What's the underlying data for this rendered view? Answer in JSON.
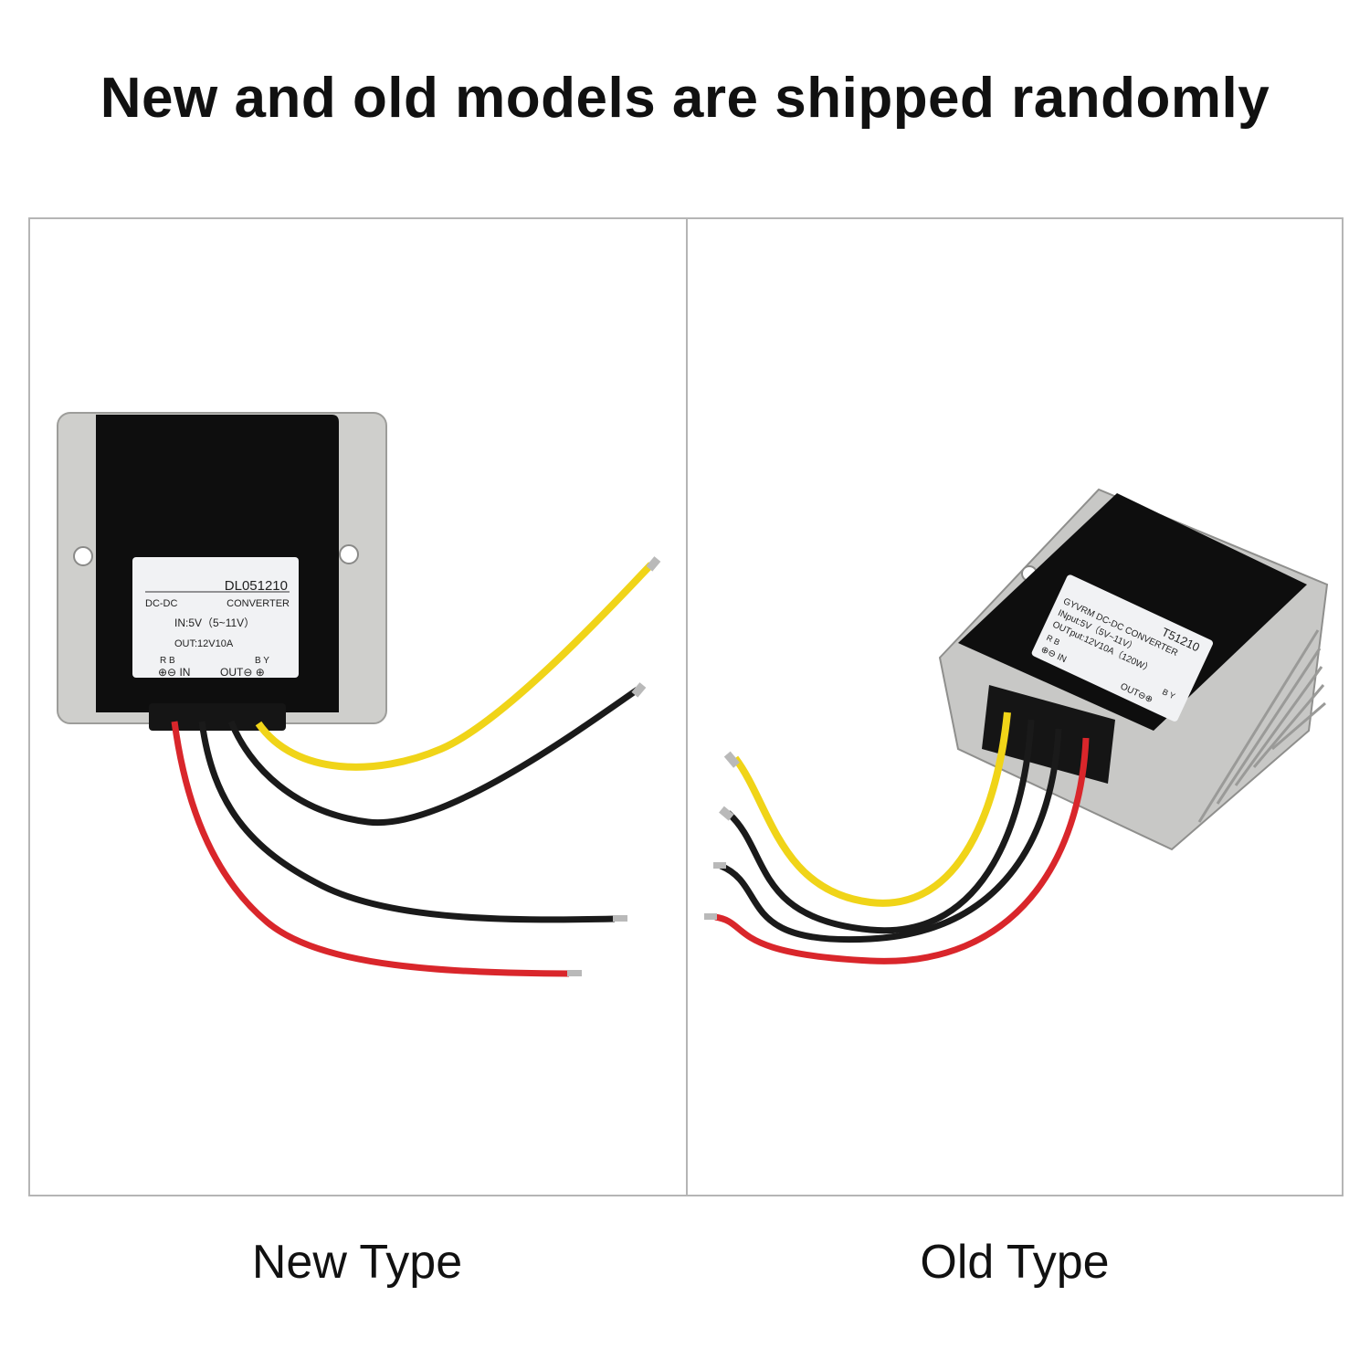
{
  "headline": "New and old models are shipped randomly",
  "products": [
    {
      "caption": "New Type",
      "label": {
        "model": "DL051210",
        "line1_left": "DC-DC",
        "line1_right": "CONVERTER",
        "input": "IN:5V（5~11V）",
        "output": "OUT:12V10A",
        "pins_left": "R B",
        "pins_in": "⊕⊖ IN",
        "pins_right": "B Y",
        "pins_out": "OUT⊖ ⊕"
      }
    },
    {
      "caption": "Old Type",
      "label": {
        "model": "T51210",
        "line1": "GYVRM DC-DC CONVERTER",
        "input": "INput:5V（5V~11V）",
        "output": "OUTput:12V10A（120W）",
        "pins_left": "R B",
        "pins_in": "⊕⊖ IN",
        "pins_right": "B Y",
        "pins_out": "OUT⊖⊕"
      }
    }
  ],
  "colors": {
    "wire_red": "#d9262b",
    "wire_black": "#1a1a1a",
    "wire_yellow": "#f0d418",
    "housing_silver": "#c8c8c6",
    "top_black": "#0d0d0d"
  }
}
